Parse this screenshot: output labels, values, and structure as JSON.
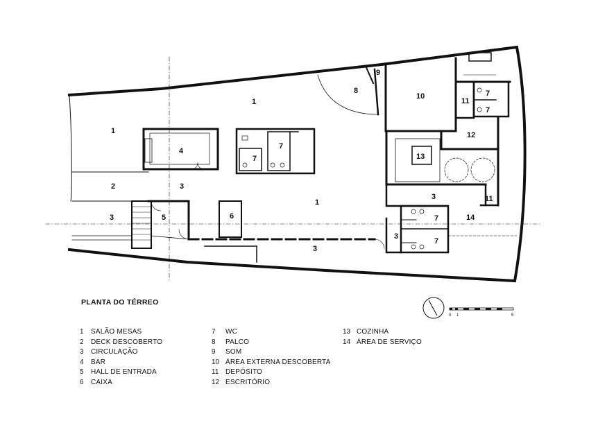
{
  "title": "PLANTA DO TÉRREO",
  "legend": {
    "col1": [
      {
        "num": "1",
        "label": "SALÃO MESAS"
      },
      {
        "num": "2",
        "label": "DECK DESCOBERTO"
      },
      {
        "num": "3",
        "label": "CIRCULAÇÃO"
      },
      {
        "num": "4",
        "label": "BAR"
      },
      {
        "num": "5",
        "label": "HALL DE ENTRADA"
      },
      {
        "num": "6",
        "label": "CAIXA"
      }
    ],
    "col2": [
      {
        "num": "7",
        "label": "WC"
      },
      {
        "num": "8",
        "label": "PALCO"
      },
      {
        "num": "9",
        "label": "SOM"
      },
      {
        "num": "10",
        "label": "ÁREA EXTERNA DESCOBERTA"
      },
      {
        "num": "11",
        "label": "DEPÓSITO"
      },
      {
        "num": "12",
        "label": "ESCRITÓRIO"
      }
    ],
    "col3": [
      {
        "num": "13",
        "label": "COZINHA"
      },
      {
        "num": "14",
        "label": "ÁREA DE SERVIÇO"
      }
    ]
  },
  "scale": {
    "labels": [
      "0",
      "1",
      "5"
    ]
  },
  "plan": {
    "rooms": [
      "1",
      "1",
      "1",
      "2",
      "3",
      "3",
      "3",
      "3",
      "3",
      "4",
      "5",
      "6",
      "7",
      "7",
      "7",
      "7",
      "7",
      "7",
      "8",
      "9",
      "10",
      "11",
      "11",
      "12",
      "13",
      "14"
    ]
  }
}
